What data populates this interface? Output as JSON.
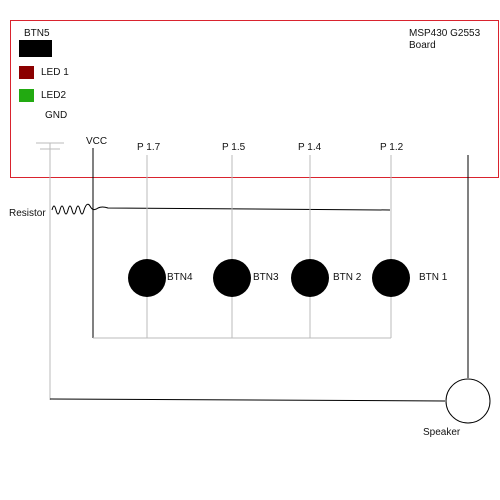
{
  "board": {
    "title_line1": "MSP430 G2553",
    "title_line2": "Board",
    "border_color": "#d9232e"
  },
  "legend": {
    "btn5_label": "BTN5",
    "btn5_color": "#000000",
    "led1_label": "LED 1",
    "led1_color": "#8b0000",
    "led2_label": "LED2",
    "led2_color": "#22aa11",
    "gnd_label": "GND"
  },
  "pins": {
    "vcc": "VCC",
    "p17": "P 1.7",
    "p15": "P 1.5",
    "p14": "P 1.4",
    "p12": "P 1.2"
  },
  "buttons": {
    "btn4": "BTN4",
    "btn3": "BTN3",
    "btn2": "BTN 2",
    "btn1": "BTN 1"
  },
  "components": {
    "resistor": "Resistor",
    "speaker": "Speaker"
  }
}
